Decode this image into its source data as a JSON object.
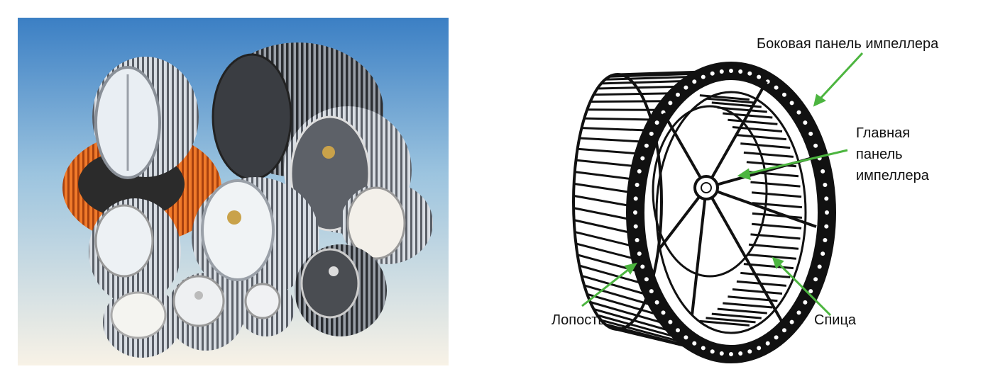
{
  "labels": {
    "side_panel": "Боковая панель импеллера",
    "main_panel": [
      "Главная",
      "панель",
      "импеллера"
    ],
    "blade": "Лопость",
    "spoke": "Спица"
  },
  "colors": {
    "arrow": "#4cb53f",
    "photo_bg_top": "#3b7fc4",
    "photo_bg_bottom": "#f8f2e6",
    "ink": "#111111"
  }
}
